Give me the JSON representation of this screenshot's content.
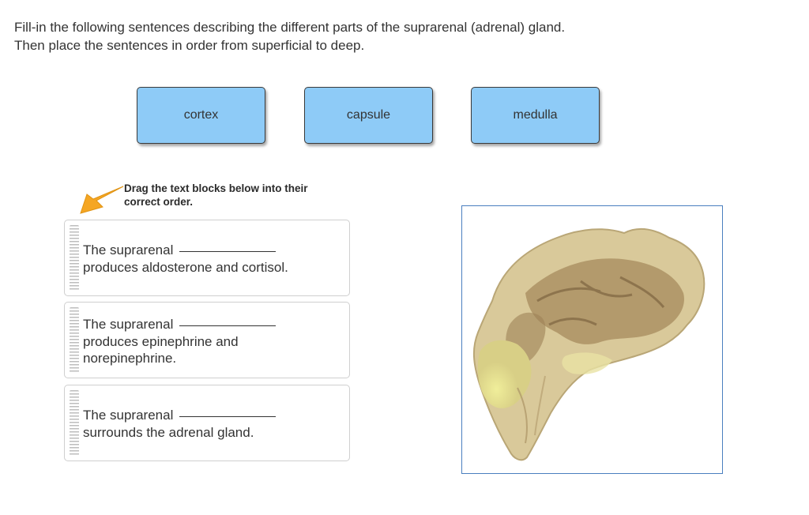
{
  "instructions": {
    "line1": "Fill-in the following sentences describing the different parts of the suprarenal (adrenal) gland.",
    "line2": "Then place the sentences in order from superficial to deep."
  },
  "word_bank": [
    {
      "label": "cortex"
    },
    {
      "label": "capsule"
    },
    {
      "label": "medulla"
    }
  ],
  "hint": {
    "line1": "Drag the text blocks below into their",
    "line2": "correct order.",
    "icon": "arrow-icon",
    "icon_color": "#f5a623"
  },
  "sentences": [
    {
      "prefix": "The suprarenal",
      "rest_lines": [
        "produces aldosterone and cortisol."
      ]
    },
    {
      "prefix": "The suprarenal",
      "rest_lines": [
        "produces epinephrine and",
        "norepinephrine."
      ]
    },
    {
      "prefix": "The suprarenal",
      "rest_lines": [
        "surrounds the adrenal gland."
      ]
    }
  ],
  "colors": {
    "tile_bg": "#8ecbf7",
    "frame_border": "#4a7fbf"
  }
}
